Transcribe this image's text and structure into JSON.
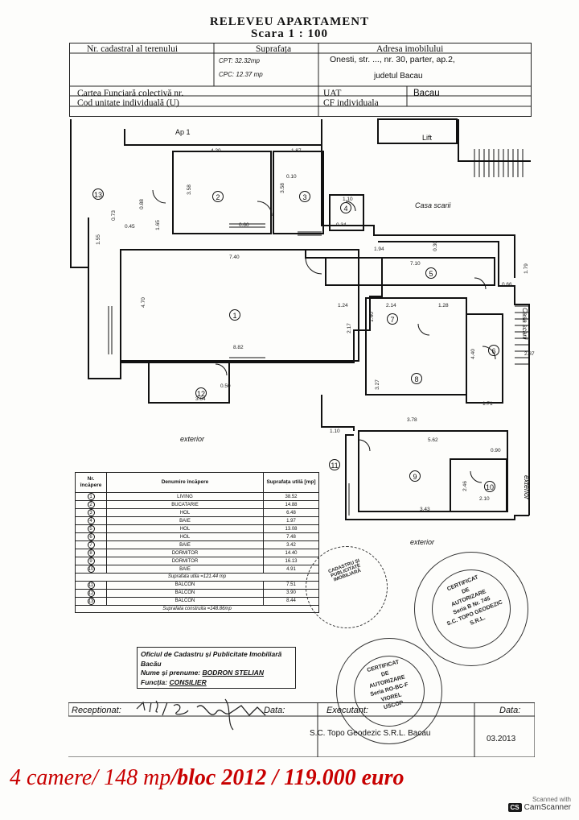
{
  "doc": {
    "title": "RELEVEU  APARTAMENT",
    "scale": "Scara  1 : 100"
  },
  "header": {
    "nr_cadastral": "Nr. cadastral al terenului",
    "suprafata": "Suprafața",
    "adresa": "Adresa imobilului",
    "cpt": "CPT: 32.32mp",
    "cpc": "CPC: 12.37 mp",
    "address_line1": "Onesti, str. ..., nr. 30, parter, ap.2,",
    "address_line2": "judetul Bacau",
    "cartea_funciara": "Cartea Funciară colectivă nr.",
    "uat": "UAT",
    "uat_value": "Bacau",
    "cod_unitate": "Cod unitate individuală (U)",
    "cf_individuala": "CF individuala"
  },
  "plan": {
    "ap1": "Ap 1",
    "lift": "Lift",
    "casa_scarii": "Casa scarii",
    "casa_scarii_2": "Casa scarii",
    "exterior_1": "exterior",
    "exterior_2": "exterior",
    "exterior_3": "exterior",
    "rooms": {
      "1": "1",
      "2": "2",
      "3": "3",
      "4": "4",
      "5": "5",
      "6": "6",
      "7": "7",
      "8": "8",
      "9": "9",
      "10": "10",
      "11": "11",
      "12": "12",
      "13": "13"
    },
    "dims": [
      "4.20",
      "1.87",
      "0.10",
      "3.58",
      "3.58",
      "1.10",
      "0.60",
      "0.34",
      "1.65",
      "0.88",
      "0.45",
      "0.73",
      "1.55",
      "7.40",
      "1.94",
      "0.30",
      "7.10",
      "0.66",
      "1.79",
      "4.70",
      "1.24",
      "1.60",
      "2.14",
      "1.28",
      "2.17",
      "8.82",
      "4.40",
      "2.37",
      "3.27",
      "0.50",
      "3.64",
      "1.71",
      "3.78",
      "1.10",
      "5.62",
      "0.90",
      "2.46",
      "3.43",
      "2.10"
    ]
  },
  "table": {
    "headers": [
      "Nr. încăpere",
      "Denumire încăpere",
      "Suprafața utilă [mp]"
    ],
    "rows": [
      {
        "nr": "1",
        "name": "LIVING",
        "area": "38.52"
      },
      {
        "nr": "2",
        "name": "BUCATARIE",
        "area": "14.88"
      },
      {
        "nr": "3",
        "name": "HOL",
        "area": "6.48"
      },
      {
        "nr": "4",
        "name": "BAIE",
        "area": "1.97"
      },
      {
        "nr": "5",
        "name": "HOL",
        "area": "13.08"
      },
      {
        "nr": "6",
        "name": "HOL",
        "area": "7.48"
      },
      {
        "nr": "7",
        "name": "BAIE",
        "area": "3.42"
      },
      {
        "nr": "8",
        "name": "DORMITOR",
        "area": "14.40"
      },
      {
        "nr": "9",
        "name": "DORMITOR",
        "area": "16.13"
      },
      {
        "nr": "10",
        "name": "BAIE",
        "area": "4.91"
      }
    ],
    "suprafata_utila": "Suprafata utila =121.44 mp",
    "balcony_rows": [
      {
        "nr": "11",
        "name": "BALCON",
        "area": "7.51"
      },
      {
        "nr": "12",
        "name": "BALCON",
        "area": "3.90"
      },
      {
        "nr": "13",
        "name": "BALCON",
        "area": "8.44"
      }
    ],
    "suprafata_construita": "Suprafata construita =148.86mp"
  },
  "stamps": {
    "cadastru": "CADASTRU ȘI PUBLICITATE IMOBILIARĂ",
    "certificat": [
      "CERTIFICAT",
      "DE",
      "AUTORIZARE"
    ],
    "seria_1": "Seria B Nr. 745",
    "company": "S.C. TOPO GEODEZIC S.R.L.",
    "seria_2": "Seria RO-BC-F",
    "name_1": "VIOREL",
    "name_2": "USCOP"
  },
  "official": {
    "office": "Oficiul de Cadastru și Publicitate Imobiliară Bacău",
    "name_label": "Nume și prenume:",
    "name": "BODRON STELIAN",
    "role_label": "Funcția:",
    "role": "CONSILIER"
  },
  "footer": {
    "receptionat": "Receptionat:",
    "data_1": "Data:",
    "executant": "Executant:",
    "data_2": "Data:",
    "company": "S.C. Topo Geodezic S.R.L. Bacau",
    "date": "03.2013"
  },
  "caption": {
    "part1": "4 camere/ 148 mp",
    "part2": "/bloc 2012 / ",
    "part3": " 119.000 euro"
  },
  "watermark": {
    "line1": "Scanned with",
    "badge": "CS",
    "line2": "CamScanner"
  },
  "colors": {
    "caption_red": "#c80000",
    "ink": "#111111"
  }
}
